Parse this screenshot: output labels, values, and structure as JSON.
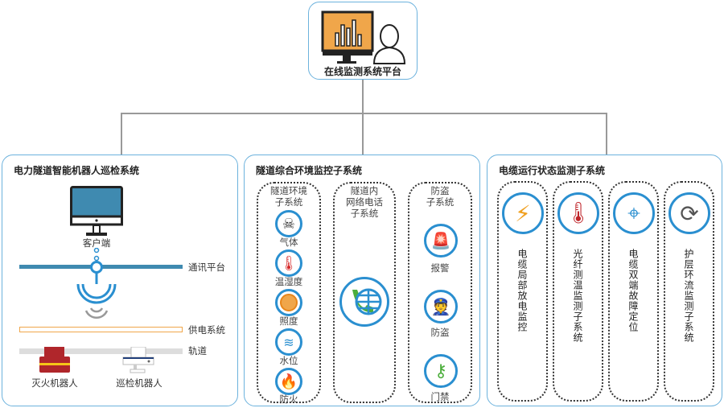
{
  "top": {
    "title": "在线监测系统平台"
  },
  "left": {
    "title": "电力隧道智能机器人巡检系统",
    "client": "客户端",
    "comm": "通讯平台",
    "power": "供电系统",
    "rail": "轨道",
    "robot1": "灭火机器人",
    "robot2": "巡检机器人"
  },
  "middle": {
    "title": "隧道综合环境监控子系统",
    "env": {
      "title1": "隧道环境",
      "title2": "子系统",
      "items": [
        "气体",
        "温湿度",
        "照度",
        "水位",
        "防火"
      ]
    },
    "phone": {
      "title1": "隧道内",
      "title2": "网络电话",
      "title3": "子系统"
    },
    "theft": {
      "title1": "防盗",
      "title2": "子系统",
      "items": [
        "报警",
        "防盗",
        "门禁"
      ]
    }
  },
  "right": {
    "title": "电缆运行状态监测子系统",
    "items": [
      "电缆局部放电监控",
      "光纤测温监测子系统",
      "电缆双端故障定位",
      "护层环流监测子系统"
    ]
  },
  "colors": {
    "border": "#6cb2dd",
    "accent": "#2a8fd0",
    "orange": "#f0a64a",
    "monitor": "#3f8ab0"
  }
}
